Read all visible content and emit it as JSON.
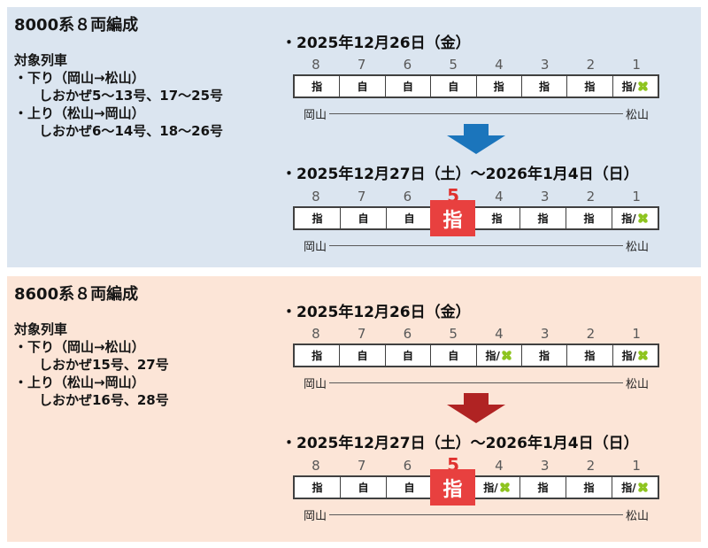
{
  "colors": {
    "highlight_red": "#e8403f",
    "number_red": "#e0312e",
    "car_number_gray": "#595959",
    "cell_border": "#404040"
  },
  "green_icon": {
    "name": "green-car-clover",
    "color": "#8ec41f"
  },
  "sections": [
    {
      "title": "8000系８両編成",
      "bg_color": "#dbe5f0",
      "arrow_color": "#1b75bc",
      "target": {
        "header": "対象列車",
        "lines": [
          {
            "text": "・下り（岡山→松山）",
            "indent": false
          },
          {
            "text": "しおかぜ5～13号、17～25号",
            "indent": true
          },
          {
            "text": "・上り（松山→岡山）",
            "indent": false
          },
          {
            "text": "しおかぜ6～14号、18～26号",
            "indent": true
          }
        ]
      },
      "diagrams": [
        {
          "date": "・2025年12月26日（金）",
          "route_left": "岡山",
          "route_right": "松山",
          "cars": [
            {
              "no": "8",
              "seat": "指",
              "green": false,
              "highlight": false
            },
            {
              "no": "7",
              "seat": "自",
              "green": false,
              "highlight": false
            },
            {
              "no": "6",
              "seat": "自",
              "green": false,
              "highlight": false
            },
            {
              "no": "5",
              "seat": "自",
              "green": false,
              "highlight": false
            },
            {
              "no": "4",
              "seat": "指",
              "green": false,
              "highlight": false
            },
            {
              "no": "3",
              "seat": "指",
              "green": false,
              "highlight": false
            },
            {
              "no": "2",
              "seat": "指",
              "green": false,
              "highlight": false
            },
            {
              "no": "1",
              "seat": "指",
              "green": true,
              "highlight": false
            }
          ]
        },
        {
          "date": "・2025年12月27日（土）～2026年1月4日（日）",
          "route_left": "岡山",
          "route_right": "松山",
          "cars": [
            {
              "no": "8",
              "seat": "指",
              "green": false,
              "highlight": false
            },
            {
              "no": "7",
              "seat": "自",
              "green": false,
              "highlight": false
            },
            {
              "no": "6",
              "seat": "自",
              "green": false,
              "highlight": false
            },
            {
              "no": "5",
              "seat": "指",
              "green": false,
              "highlight": true
            },
            {
              "no": "4",
              "seat": "指",
              "green": false,
              "highlight": false
            },
            {
              "no": "3",
              "seat": "指",
              "green": false,
              "highlight": false
            },
            {
              "no": "2",
              "seat": "指",
              "green": false,
              "highlight": false
            },
            {
              "no": "1",
              "seat": "指",
              "green": true,
              "highlight": false
            }
          ]
        }
      ]
    },
    {
      "title": "8600系８両編成",
      "bg_color": "#fce5d7",
      "arrow_color": "#b02323",
      "target": {
        "header": "対象列車",
        "lines": [
          {
            "text": "・下り（岡山→松山）",
            "indent": false
          },
          {
            "text": "しおかぜ15号、27号",
            "indent": true
          },
          {
            "text": "・上り（松山→岡山）",
            "indent": false
          },
          {
            "text": "しおかぜ16号、28号",
            "indent": true
          }
        ]
      },
      "diagrams": [
        {
          "date": "・2025年12月26日（金）",
          "route_left": "岡山",
          "route_right": "松山",
          "cars": [
            {
              "no": "8",
              "seat": "指",
              "green": false,
              "highlight": false
            },
            {
              "no": "7",
              "seat": "自",
              "green": false,
              "highlight": false
            },
            {
              "no": "6",
              "seat": "自",
              "green": false,
              "highlight": false
            },
            {
              "no": "5",
              "seat": "自",
              "green": false,
              "highlight": false
            },
            {
              "no": "4",
              "seat": "指",
              "green": true,
              "highlight": false
            },
            {
              "no": "3",
              "seat": "指",
              "green": false,
              "highlight": false
            },
            {
              "no": "2",
              "seat": "指",
              "green": false,
              "highlight": false
            },
            {
              "no": "1",
              "seat": "指",
              "green": true,
              "highlight": false
            }
          ]
        },
        {
          "date": "・2025年12月27日（土）～2026年1月4日（日）",
          "route_left": "岡山",
          "route_right": "松山",
          "cars": [
            {
              "no": "8",
              "seat": "指",
              "green": false,
              "highlight": false
            },
            {
              "no": "7",
              "seat": "自",
              "green": false,
              "highlight": false
            },
            {
              "no": "6",
              "seat": "自",
              "green": false,
              "highlight": false
            },
            {
              "no": "5",
              "seat": "指",
              "green": false,
              "highlight": true
            },
            {
              "no": "4",
              "seat": "指",
              "green": true,
              "highlight": false
            },
            {
              "no": "3",
              "seat": "指",
              "green": false,
              "highlight": false
            },
            {
              "no": "2",
              "seat": "指",
              "green": false,
              "highlight": false
            },
            {
              "no": "1",
              "seat": "指",
              "green": true,
              "highlight": false
            }
          ]
        }
      ]
    }
  ]
}
